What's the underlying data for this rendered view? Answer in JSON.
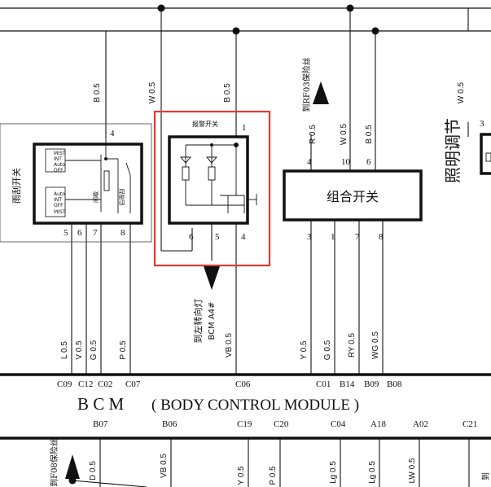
{
  "colors": {
    "wire": "#111111",
    "highlight": "#e53935",
    "background": "#ffffff"
  },
  "top_labels": {
    "b05_left": "B 0.5",
    "w05_left": "W 0.5",
    "b05_mid": "B 0.5",
    "to_rf03": "到RF03保险丝",
    "w05_right": "W 0.5"
  },
  "wiper": {
    "title": "雨刮开关",
    "pin_top": "4",
    "pins": [
      "5",
      "6",
      "7",
      "8"
    ],
    "label_gap": "间歇",
    "label_back": "后雨刮",
    "inner_labels": [
      "MIST",
      "INT",
      "Auto",
      "OFF",
      "Auto",
      "INT",
      "OFF",
      "MIST"
    ]
  },
  "hazard": {
    "title": "报警开关",
    "pin_top": "1",
    "pins": [
      "6",
      "5",
      "4"
    ]
  },
  "combo": {
    "title": "组合开关",
    "top_conds": [
      "R 0.5",
      "W 0.5",
      "B 0.5"
    ],
    "top_pins": [
      "4",
      "10",
      "6"
    ],
    "bottom_pins": [
      "3",
      "1",
      "7",
      "8"
    ]
  },
  "lighting": {
    "title": "照明调节",
    "pin": "3"
  },
  "annotations": {
    "to_left_turn": "到左转向灯",
    "bcm_a4": "BCM A4#"
  },
  "wires_mid": [
    "L 0.5",
    "V 0.5",
    "G 0.5",
    "P 0.5",
    "VB 0.5",
    "Y 0.5",
    "G 0.5",
    "RY 0.5",
    "WG 0.5"
  ],
  "bcm": {
    "title": "B C M",
    "subtitle": "( BODY CONTROL MODULE )",
    "top_pins": [
      "C09",
      "C12",
      "C02",
      "C07",
      "C06",
      "C01",
      "B14",
      "B09",
      "B08"
    ],
    "bottom_pins": [
      "B07",
      "B06",
      "C19",
      "C20",
      "C04",
      "A18",
      "A02",
      "C21"
    ]
  },
  "bottom_wires": [
    "D 0.5",
    "VB 0.5",
    "Y 0.5",
    "P 0.5",
    "Lg 0.5",
    "Lg 0.5",
    "LW 0.5"
  ],
  "bottom_left_fuse": "到F08保险丝",
  "bottom_right_partial": "到"
}
